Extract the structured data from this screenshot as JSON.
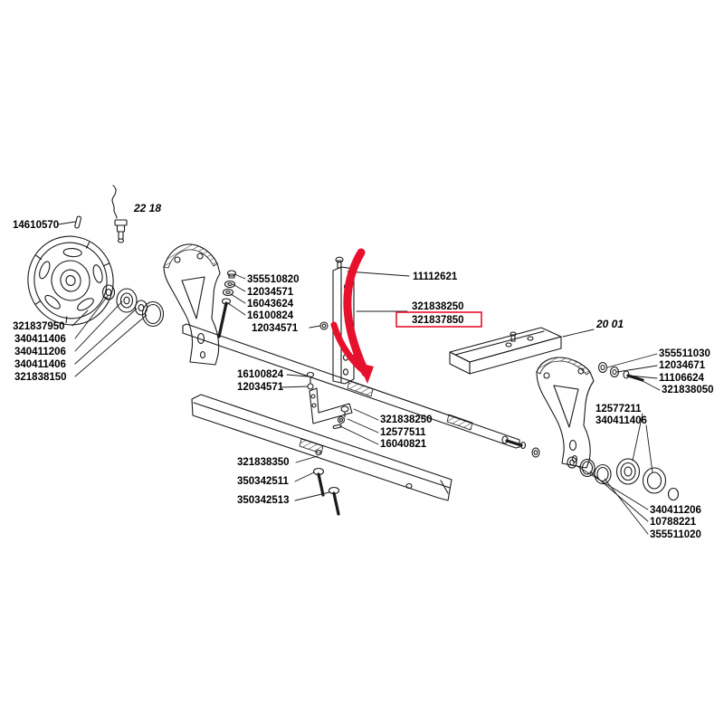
{
  "diagram": {
    "background": "#ffffff",
    "line_color": "#1a1a1a",
    "highlight_color": "#e8112d",
    "highlighted_part": "321837850",
    "section_refs": [
      "22 18",
      "20 01"
    ],
    "part_labels": [
      "14610570",
      "355510820",
      "12034571",
      "16043624",
      "16100824",
      "12034571",
      "321837950",
      "340411406",
      "340411206",
      "340411406",
      "321838150",
      "11112621",
      "321838250",
      "321837850",
      "16100824",
      "12034571",
      "321838250",
      "12577511",
      "16040821",
      "321838350",
      "350342511",
      "350342513",
      "355511030",
      "12034671",
      "11106624",
      "321838050",
      "12577211",
      "340411406",
      "340411206",
      "10788221",
      "355511020"
    ]
  }
}
